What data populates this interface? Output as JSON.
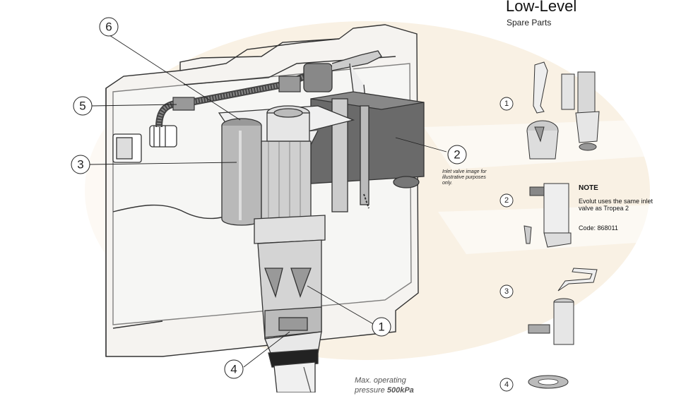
{
  "header": {
    "title": "Low-Level",
    "subtitle": "Spare Parts"
  },
  "diagram": {
    "callouts": [
      "1",
      "2",
      "3",
      "4",
      "5",
      "6"
    ],
    "inlet_note": "Inlet valve image for illustrative purposes only.",
    "pressure_prefix": "Max. operating",
    "pressure_line2": "pressure",
    "pressure_value": "500kPa"
  },
  "parts_list": {
    "items": [
      "1",
      "2",
      "3",
      "4"
    ],
    "note_heading": "NOTE",
    "note_text": "Evolut uses the same inlet valve as Tropea 2",
    "note_code": "Code: 868011"
  },
  "colors": {
    "line": "#333333",
    "watermark": "#f6ead7",
    "tank_fill": "#f4f4f4",
    "float_fill": "#6a6a6a"
  }
}
